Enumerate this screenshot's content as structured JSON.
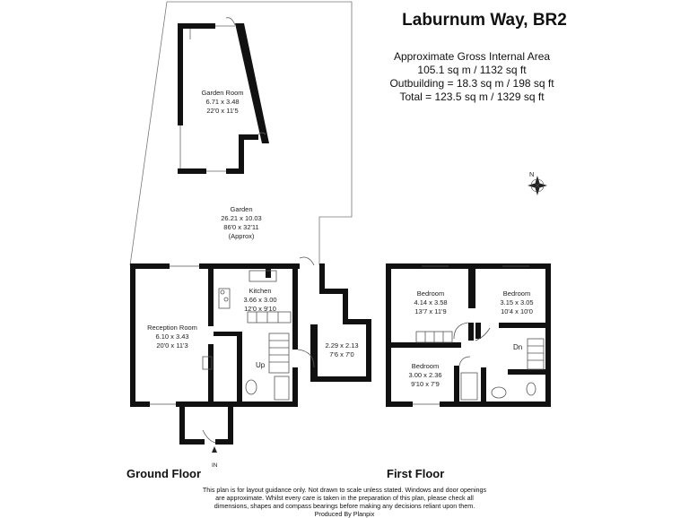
{
  "header": {
    "title": "Laburnum Way, BR2",
    "area_heading": "Approximate Gross Internal Area",
    "area_main": "105.1 sq m / 1132 sq ft",
    "area_outbuilding": "Outbuilding = 18.3 sq m / 198 sq ft",
    "area_total": "Total = 123.5 sq m / 1329 sq ft"
  },
  "compass": {
    "label": "N"
  },
  "rooms": {
    "garden_room": {
      "name": "Garden Room",
      "metric": "6.71 x 3.48",
      "imperial": "22'0 x 11'5"
    },
    "garden": {
      "name": "Garden",
      "metric": "26.21 x 10.03",
      "imperial": "86'0 x 32'11",
      "note": "(Approx)"
    },
    "kitchen": {
      "name": "Kitchen",
      "metric": "3.66 x 3.00",
      "imperial": "12'0 x 9'10"
    },
    "reception": {
      "name": "Reception Room",
      "metric": "6.10 x 3.43",
      "imperial": "20'0 x 11'3"
    },
    "store": {
      "metric": "2.29 x 2.13",
      "imperial": "7'6 x 7'0"
    },
    "bedroom1": {
      "name": "Bedroom",
      "metric": "4.14 x 3.58",
      "imperial": "13'7 x 11'9"
    },
    "bedroom2": {
      "name": "Bedroom",
      "metric": "3.15 x 3.05",
      "imperial": "10'4 x 10'0"
    },
    "bedroom3": {
      "name": "Bedroom",
      "metric": "3.00 x 2.36",
      "imperial": "9'10 x 7'9"
    }
  },
  "markers": {
    "up": "Up",
    "dn": "Dn",
    "entrance": "IN"
  },
  "floors": {
    "ground": "Ground Floor",
    "first": "First Floor"
  },
  "footer": {
    "line1": "This plan is for layout guidance only. Not drawn to scale unless stated. Windows and door openings",
    "line2": "are approximate. Whilst every care is taken in the preparation of this plan, please check all",
    "line3": "dimensions, shapes and compass bearings before making any decisions reliant upon them.",
    "line4": "Produced By Planpix"
  }
}
